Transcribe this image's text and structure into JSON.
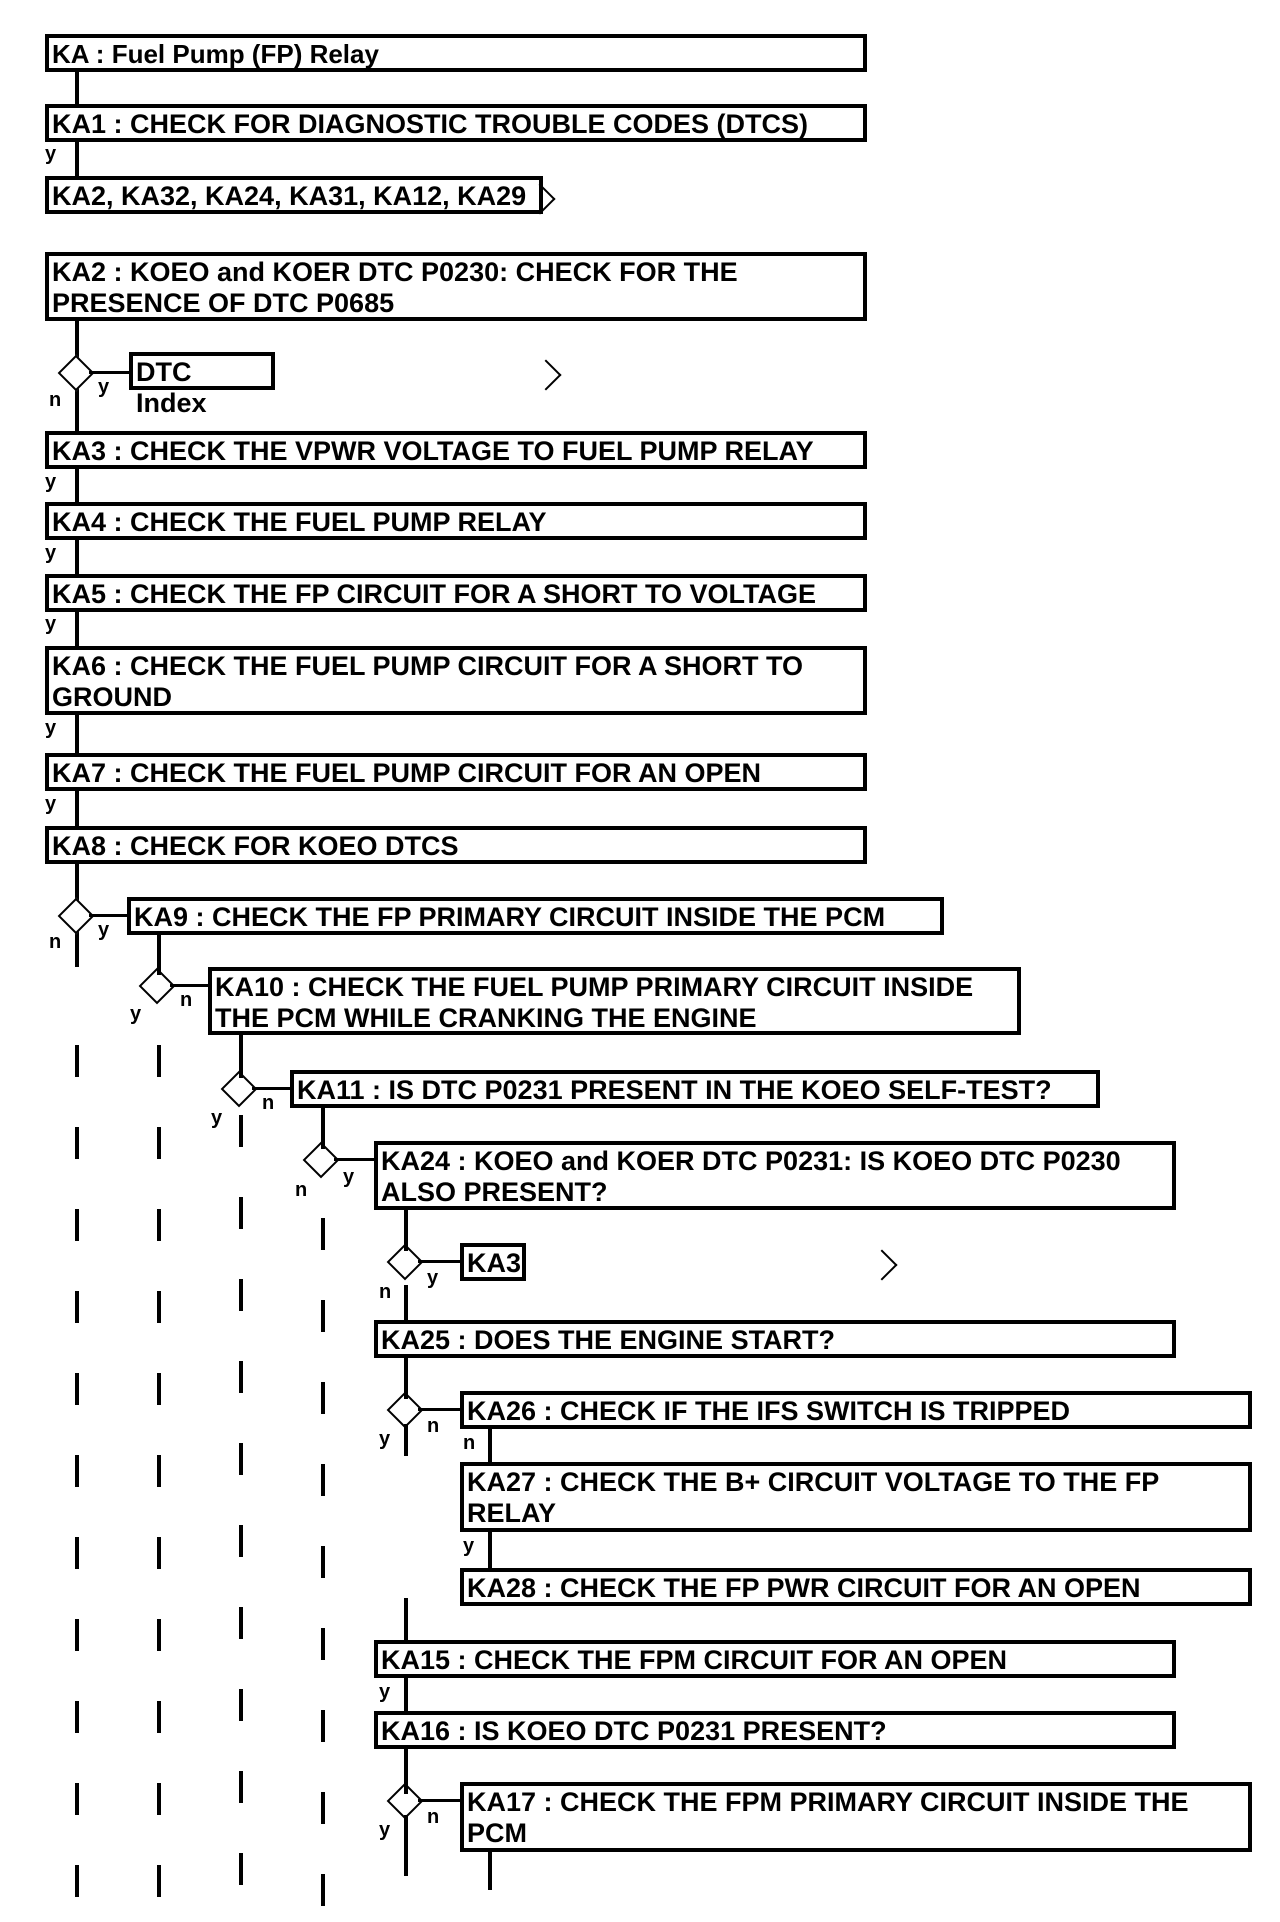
{
  "title": "KA : Fuel Pump (FP) Relay",
  "steps": {
    "ka1": "KA1 : CHECK FOR DIAGNOSTIC TROUBLE CODES (DTCS)",
    "ka_index": "KA2, KA32, KA24, KA31, KA12, KA29",
    "ka2": "KA2 : KOEO and KOER DTC P0230: CHECK FOR THE\nPRESENCE OF DTC P0685",
    "dtc_index": "DTC Index",
    "ka3": "KA3 : CHECK THE VPWR VOLTAGE TO FUEL PUMP RELAY",
    "ka4": "KA4 : CHECK THE FUEL PUMP RELAY",
    "ka5": "KA5 : CHECK THE FP CIRCUIT FOR A SHORT TO VOLTAGE",
    "ka6": "KA6 : CHECK THE FUEL PUMP CIRCUIT FOR A SHORT TO\nGROUND",
    "ka7": "KA7 : CHECK THE FUEL PUMP CIRCUIT FOR AN OPEN",
    "ka8": "KA8 : CHECK FOR KOEO DTCS",
    "ka9": "KA9 : CHECK THE FP PRIMARY CIRCUIT INSIDE THE PCM",
    "ka10": "KA10 : CHECK THE FUEL PUMP PRIMARY CIRCUIT INSIDE\nTHE PCM WHILE CRANKING THE ENGINE",
    "ka11": "KA11 : IS DTC P0231 PRESENT IN THE KOEO SELF-TEST?",
    "ka24": "KA24 : KOEO and KOER DTC P0231: IS KOEO DTC P0230\nALSO PRESENT?",
    "ka3_ref": "KA3",
    "ka25": "KA25 : DOES THE ENGINE START?",
    "ka26": "KA26 : CHECK IF THE IFS SWITCH IS TRIPPED",
    "ka27": "KA27 : CHECK THE B+ CIRCUIT VOLTAGE TO THE FP\nRELAY",
    "ka28": "KA28 : CHECK THE FP PWR CIRCUIT FOR AN OPEN",
    "ka15": "KA15 : CHECK THE FPM CIRCUIT FOR AN OPEN",
    "ka16": "KA16 : IS KOEO DTC P0231 PRESENT?",
    "ka17": "KA17 : CHECK THE FPM PRIMARY CIRCUIT INSIDE THE\nPCM"
  },
  "labels": {
    "yes": "y",
    "no": "n"
  }
}
